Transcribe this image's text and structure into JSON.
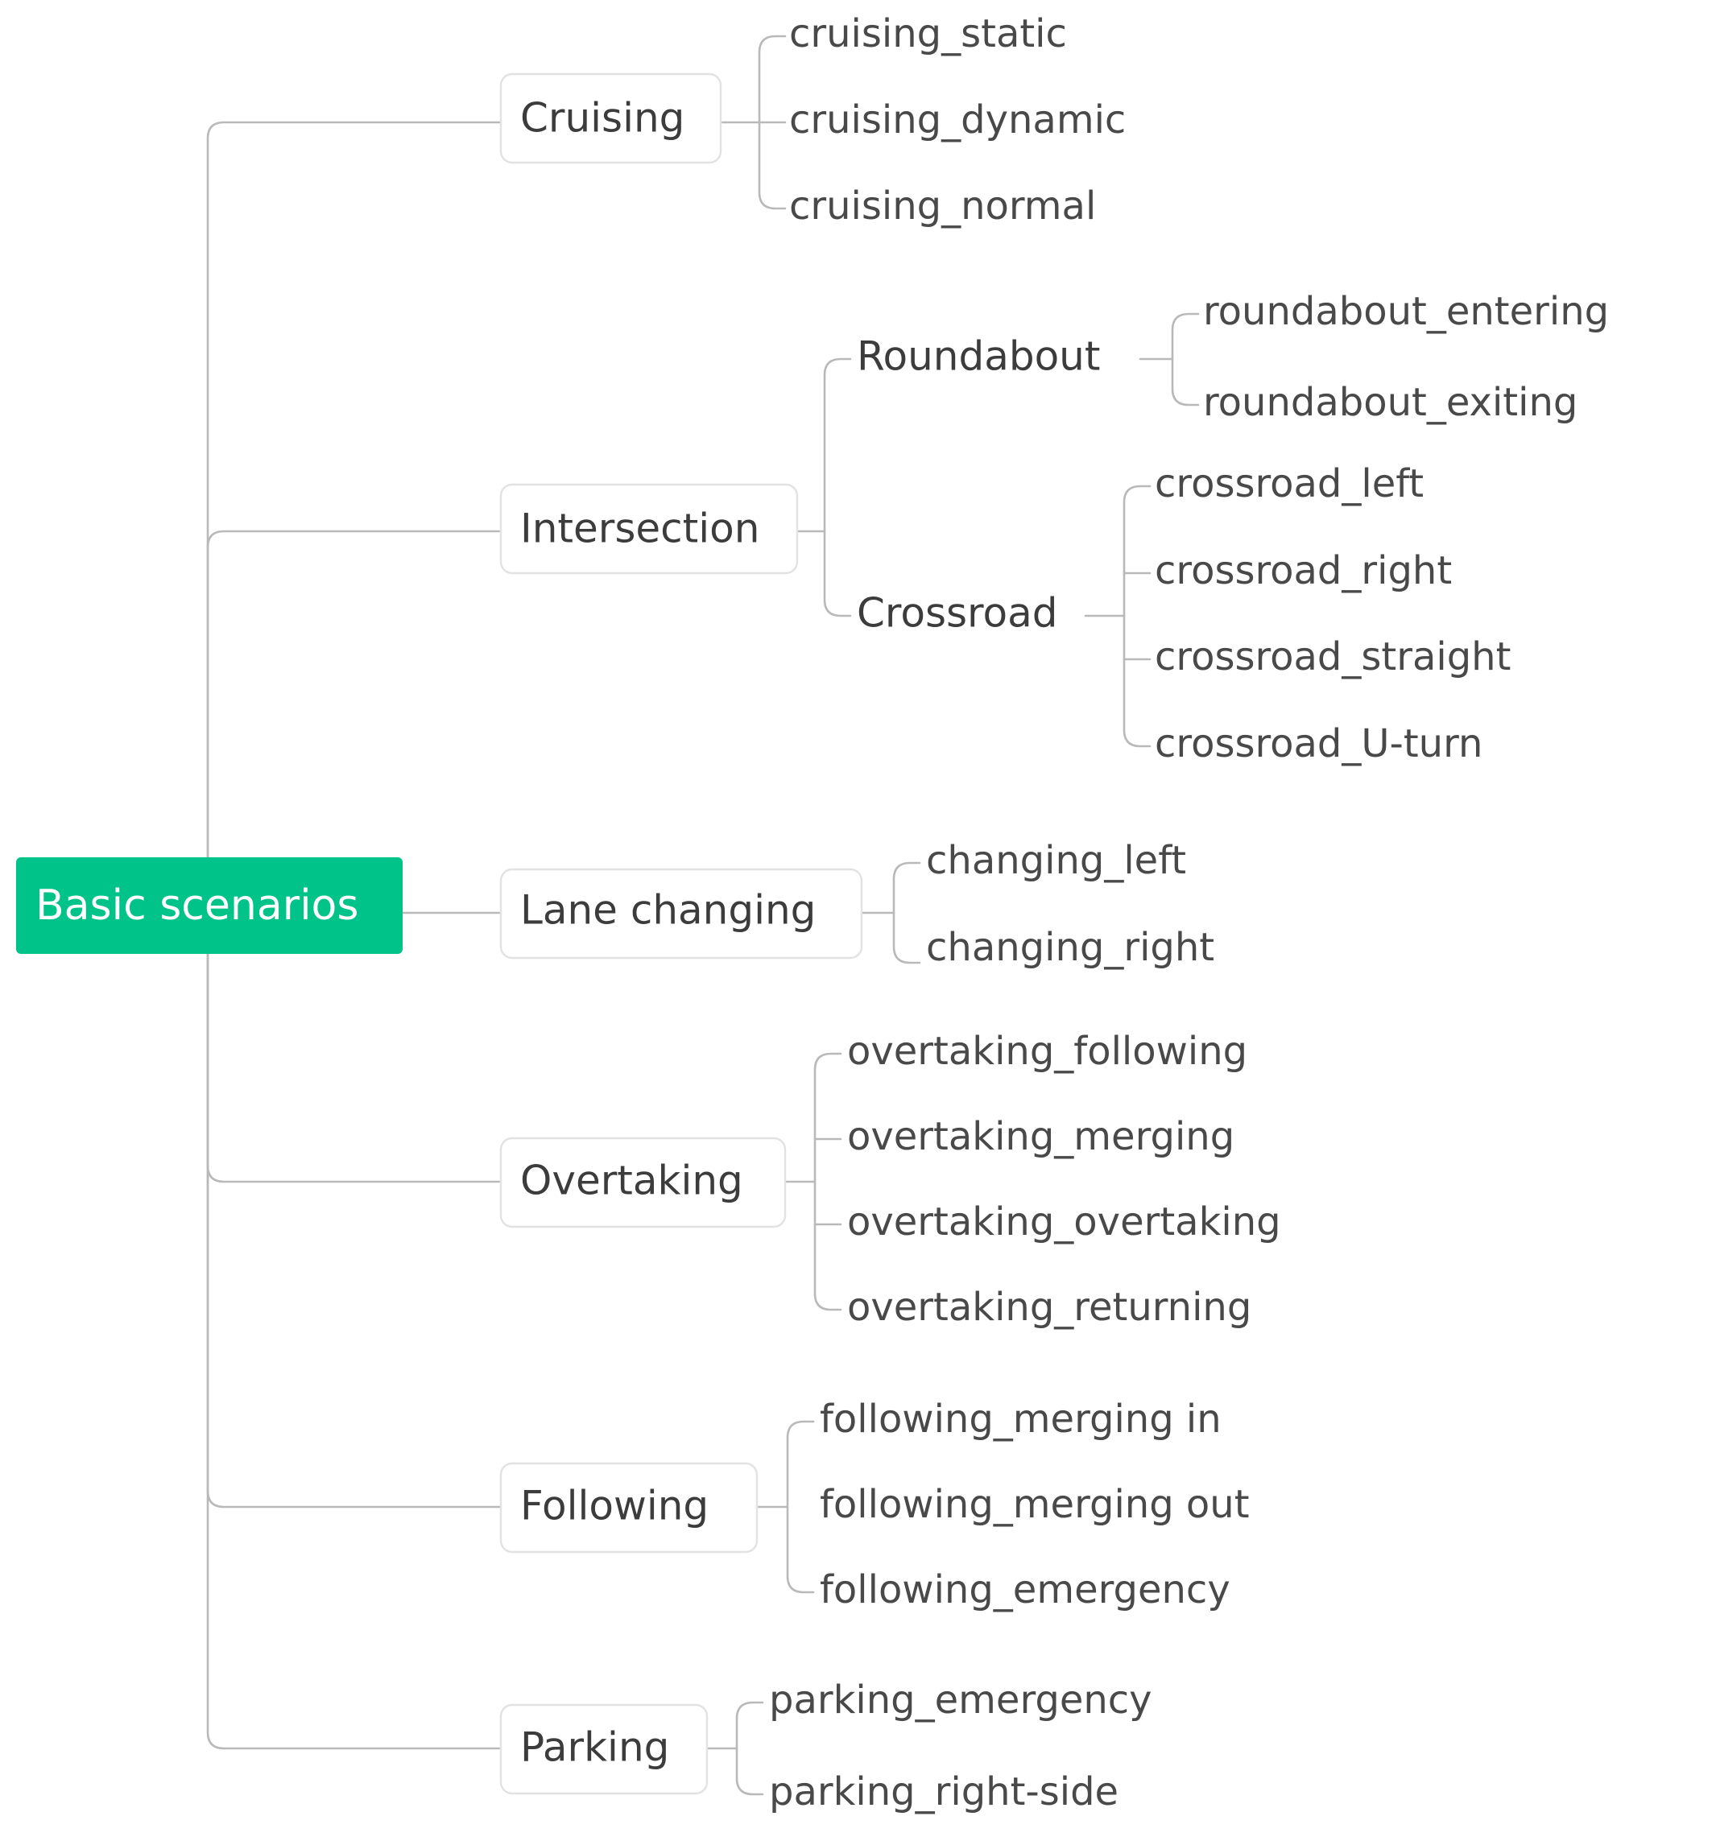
{
  "diagram": {
    "type": "mind-map",
    "title": "Basic scenarios",
    "orientation": "left-to-right",
    "root": {
      "label": "Basic scenarios",
      "style": "filled-rounded-rect",
      "fill_color": "#00c389",
      "text_color": "#ffffff"
    },
    "style": {
      "branch_node": "white-rounded-rect-with-gray-border",
      "sub_node": "plain-text",
      "leaf_node": "plain-text",
      "link_color": "#b9b9b9",
      "text_color": "#3c3c3c",
      "background": "#ffffff"
    },
    "branches": [
      {
        "label": "Cruising",
        "children": [
          {
            "label": "cruising_static"
          },
          {
            "label": "cruising_dynamic"
          },
          {
            "label": "cruising_normal"
          }
        ]
      },
      {
        "label": "Intersection",
        "children": [
          {
            "label": "Roundabout",
            "children": [
              {
                "label": "roundabout_entering"
              },
              {
                "label": "roundabout_exiting"
              }
            ]
          },
          {
            "label": "Crossroad",
            "children": [
              {
                "label": "crossroad_left"
              },
              {
                "label": "crossroad_right"
              },
              {
                "label": "crossroad_straight"
              },
              {
                "label": "crossroad_U-turn"
              }
            ]
          }
        ]
      },
      {
        "label": "Lane changing",
        "children": [
          {
            "label": "changing_left"
          },
          {
            "label": "changing_right"
          }
        ]
      },
      {
        "label": "Overtaking",
        "children": [
          {
            "label": "overtaking_following"
          },
          {
            "label": "overtaking_merging"
          },
          {
            "label": "overtaking_overtaking"
          },
          {
            "label": "overtaking_returning"
          }
        ]
      },
      {
        "label": "Following",
        "children": [
          {
            "label": "following_merging in"
          },
          {
            "label": "following_merging out"
          },
          {
            "label": "following_emergency"
          }
        ]
      },
      {
        "label": "Parking",
        "children": [
          {
            "label": "parking_emergency"
          },
          {
            "label": "parking_right-side"
          }
        ]
      }
    ]
  }
}
